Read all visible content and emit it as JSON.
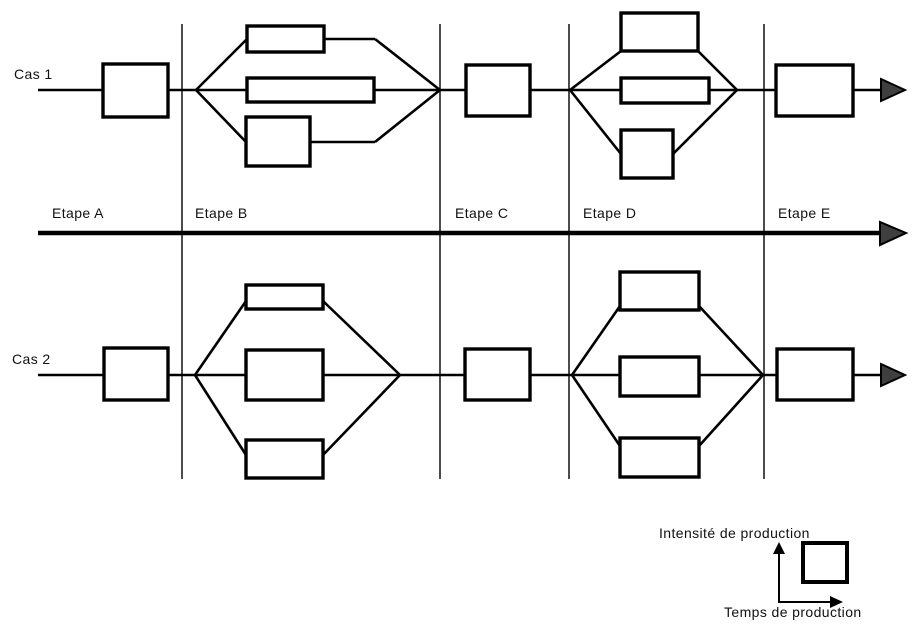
{
  "diagram": {
    "cases": [
      {
        "label": "Cas 1"
      },
      {
        "label": "Cas 2"
      }
    ],
    "stages": [
      {
        "label": "Etape A"
      },
      {
        "label": "Etape B"
      },
      {
        "label": "Etape C"
      },
      {
        "label": "Etape D"
      },
      {
        "label": "Etape E"
      }
    ],
    "branching": {
      "parallel_stages": [
        "Etape B",
        "Etape D"
      ],
      "parallel_branch_count": 3
    },
    "legend": {
      "y_axis_label": "Intensité de production",
      "x_axis_label": "Temps de production"
    },
    "colors": {
      "line": "#000000",
      "box_fill": "#ffffff",
      "arrowhead_fill": "#3f3f3f",
      "background": "#ffffff"
    }
  }
}
